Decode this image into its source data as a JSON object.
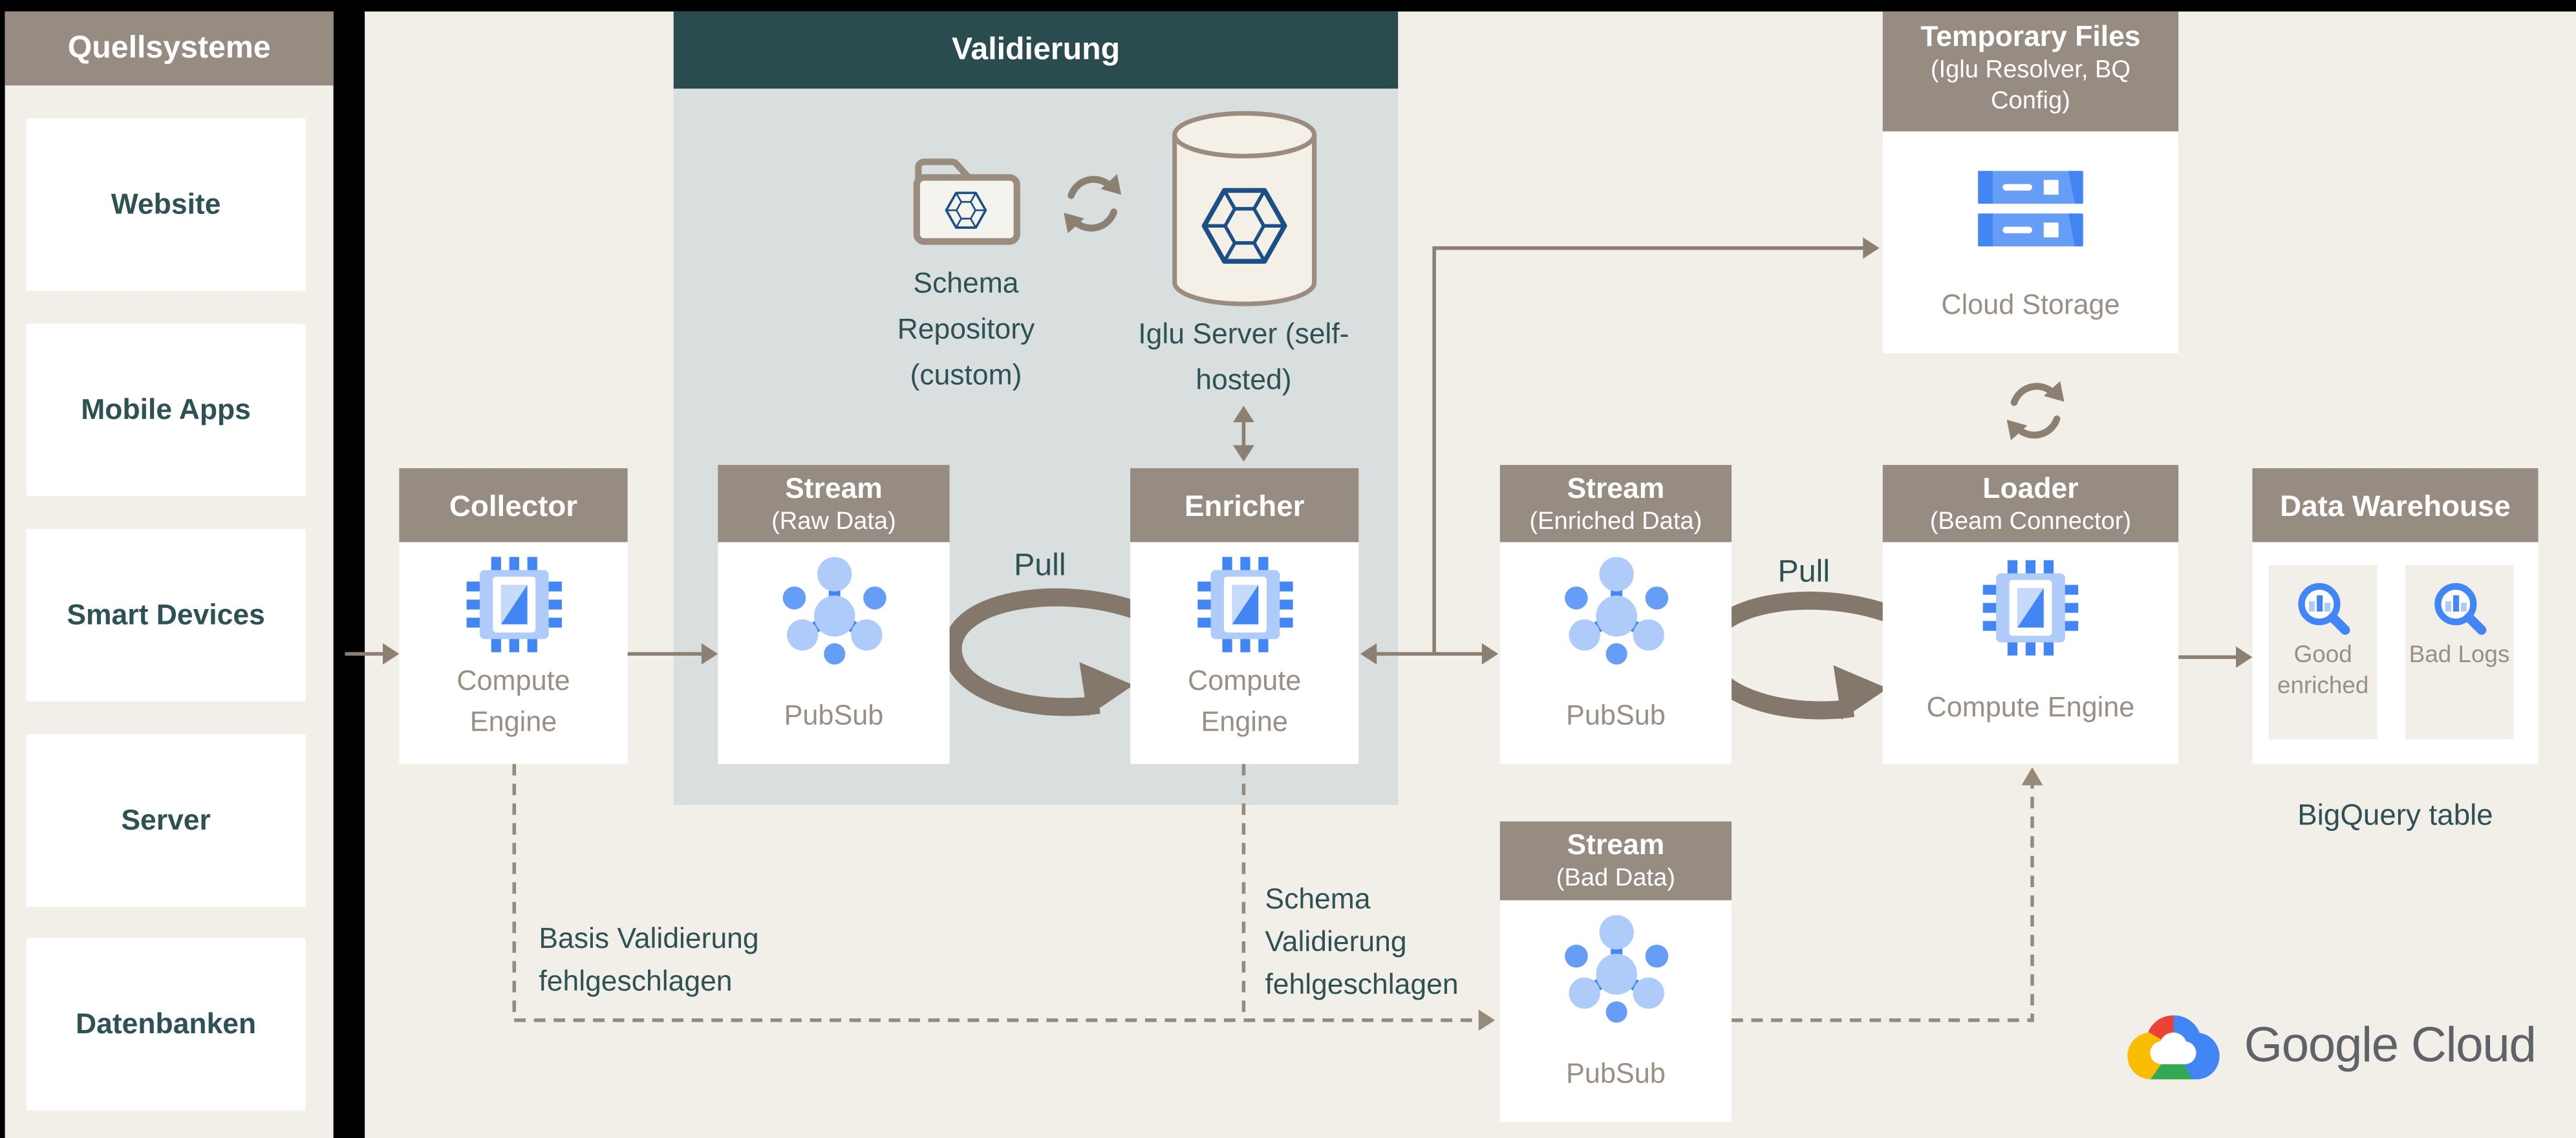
{
  "colors": {
    "background": "#f2eee8",
    "node_header": "#978c82",
    "validation_header": "#2b4c4f",
    "validation_body": "#d9dfde",
    "teal_text": "#2e5254",
    "taupe_text": "#9a8f84",
    "line": "#8c8073",
    "dashed_line": "#968a7d",
    "thick_pull_arrow": "#84786c",
    "divider": "#000000",
    "google_blue": "#4285f4",
    "google_blue_mid": "#669df6",
    "google_blue_light": "#aecbfa",
    "logo_red": "#ea4335",
    "logo_yellow": "#fbbc05",
    "logo_green": "#34a853",
    "logo_text_gray": "#5f6368",
    "iglu_logo_blue": "#1b4f86"
  },
  "sidebar": {
    "title": "Quellsysteme",
    "items": [
      {
        "label": "Website"
      },
      {
        "label": "Mobile Apps"
      },
      {
        "label": "Smart Devices"
      },
      {
        "label": "Server"
      },
      {
        "label": "Datenbanken"
      }
    ]
  },
  "validation": {
    "title": "Validierung",
    "schema_repository_label": "Schema Repository (custom)",
    "iglu_server_label": "Iglu Server (self-hosted)"
  },
  "nodes": {
    "collector": {
      "title": "Collector",
      "service": "Compute Engine"
    },
    "stream_raw": {
      "title": "Stream",
      "subtitle": "(Raw Data)",
      "service": "PubSub"
    },
    "enricher": {
      "title": "Enricher",
      "service": "Compute Engine"
    },
    "stream_enriched": {
      "title": "Stream",
      "subtitle": "(Enriched Data)",
      "service": "PubSub"
    },
    "stream_bad": {
      "title": "Stream",
      "subtitle": "(Bad Data)",
      "service": "PubSub"
    },
    "loader": {
      "title": "Loader",
      "subtitle": "(Beam Connector)",
      "service": "Compute Engine"
    },
    "temp_files": {
      "title": "Temporary Files",
      "subtitle": "(Iglu Resolver, BQ Config)",
      "service": "Cloud Storage"
    },
    "warehouse": {
      "title": "Data Warehouse",
      "tables": [
        {
          "label": "Good enriched"
        },
        {
          "label": "Bad Logs"
        }
      ],
      "caption": "BigQuery table"
    }
  },
  "labels": {
    "pull": "Pull",
    "basis_fail": "Basis Validierung fehlgeschlagen",
    "schema_fail": "Schema Validierung fehlgeschlagen"
  },
  "branding": {
    "name": "Google Cloud"
  },
  "icons": {
    "compute_engine": "compute-engine-chip-icon",
    "pubsub": "pubsub-nodes-icon",
    "cloud_storage": "cloud-storage-servers-icon",
    "bigquery": "bigquery-magnifier-icon",
    "schema_repository": "folder-with-iglu-logo-icon",
    "iglu_server": "database-cylinder-iglu-icon",
    "sync": "sync-arrows-icon",
    "brand": "google-cloud-logo"
  }
}
